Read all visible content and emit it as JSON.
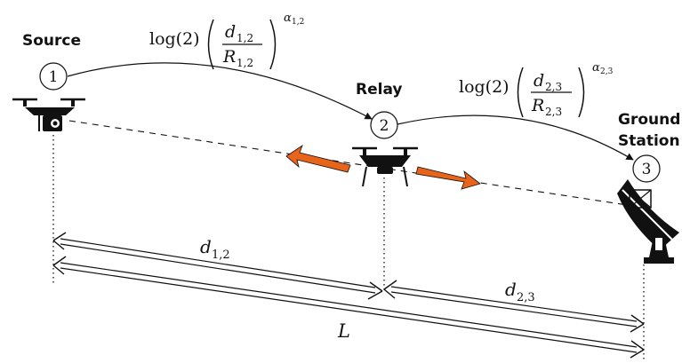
{
  "labels": {
    "source": "Source",
    "relay": "Relay",
    "ground_line1": "Ground",
    "ground_line2": "Station"
  },
  "nodes": [
    "1",
    "2",
    "3"
  ],
  "formula_12": {
    "prefix": "log(2)",
    "numerator": "d",
    "numerator_sub": "1,2",
    "denominator": "R",
    "denominator_sub": "1,2",
    "exponent": "α",
    "exponent_sub": "1,2"
  },
  "formula_23": {
    "prefix": "log(2)",
    "numerator": "d",
    "numerator_sub": "2,3",
    "denominator": "R",
    "denominator_sub": "2,3",
    "exponent": "α",
    "exponent_sub": "2,3"
  },
  "distances": {
    "d12": "d",
    "d12_sub": "1,2",
    "d23": "d",
    "d23_sub": "2,3",
    "L": "L"
  },
  "colors": {
    "arrow_orange": "#e8641b",
    "line": "#111111"
  },
  "icons": [
    "drone-camera-icon",
    "drone-icon",
    "satellite-dish-icon"
  ]
}
